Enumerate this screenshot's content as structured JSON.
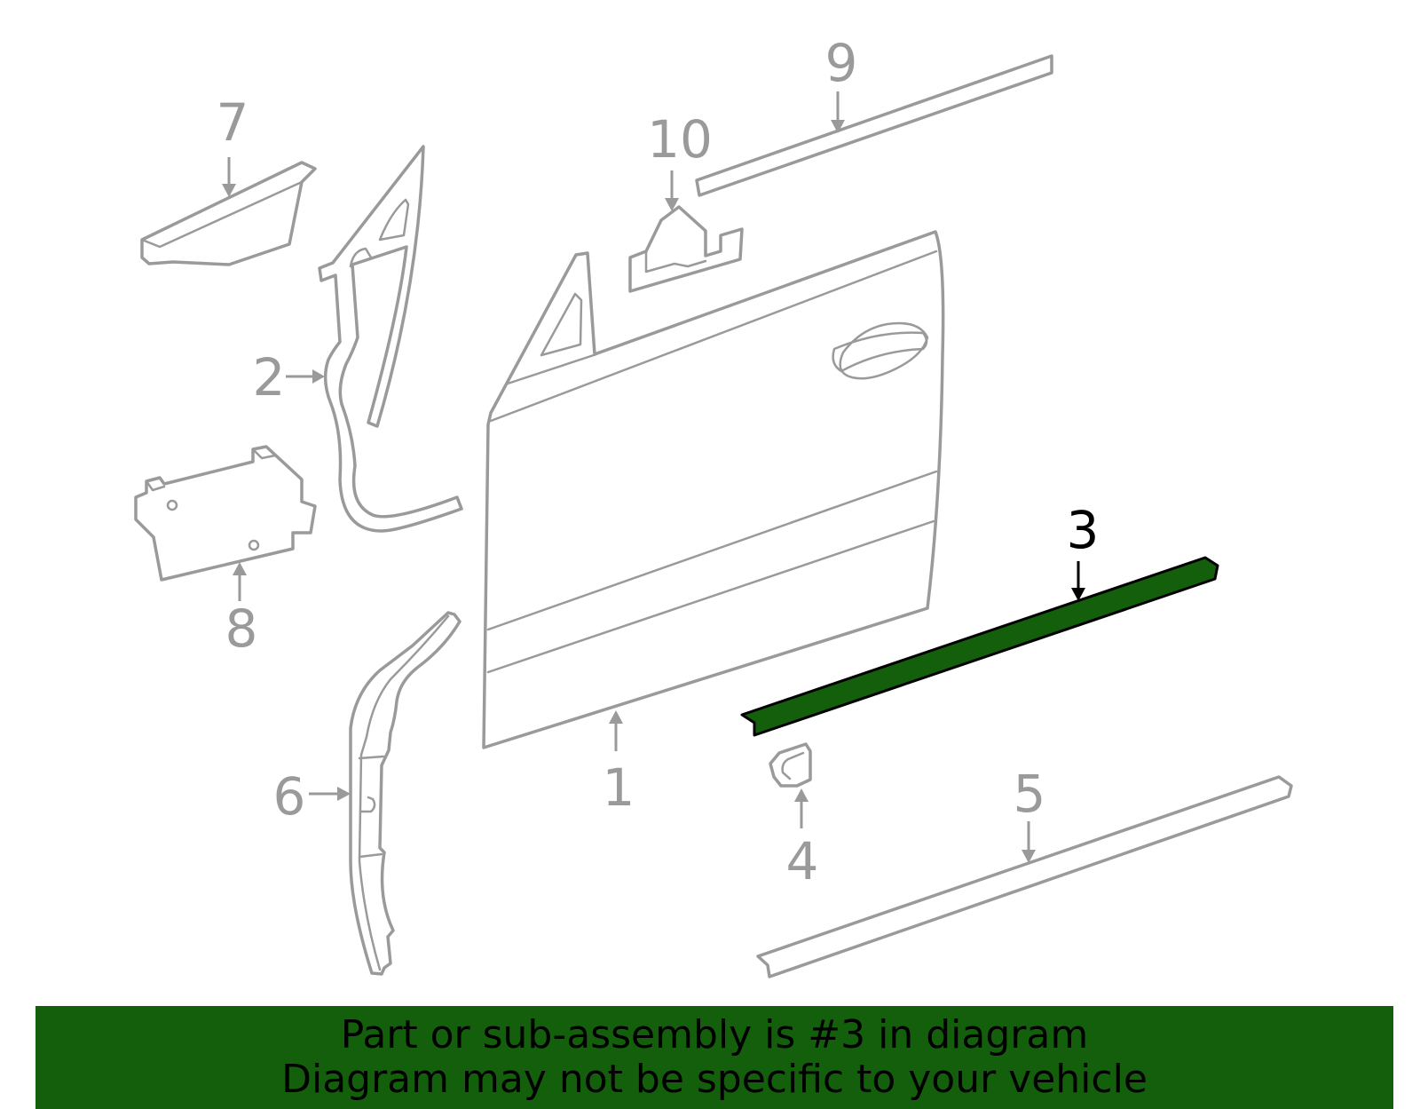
{
  "diagram": {
    "highlight_color": "#145f0c",
    "highlighted_part": "3",
    "callouts": [
      {
        "id": "1",
        "label": "1"
      },
      {
        "id": "2",
        "label": "2"
      },
      {
        "id": "3",
        "label": "3"
      },
      {
        "id": "4",
        "label": "4"
      },
      {
        "id": "5",
        "label": "5"
      },
      {
        "id": "6",
        "label": "6"
      },
      {
        "id": "7",
        "label": "7"
      },
      {
        "id": "8",
        "label": "8"
      },
      {
        "id": "9",
        "label": "9"
      },
      {
        "id": "10",
        "label": "10"
      }
    ]
  },
  "banner": {
    "line1": "Part or sub-assembly is #3 in diagram",
    "line2": "Diagram may not be specific to your vehicle",
    "background": "#145f0c"
  }
}
